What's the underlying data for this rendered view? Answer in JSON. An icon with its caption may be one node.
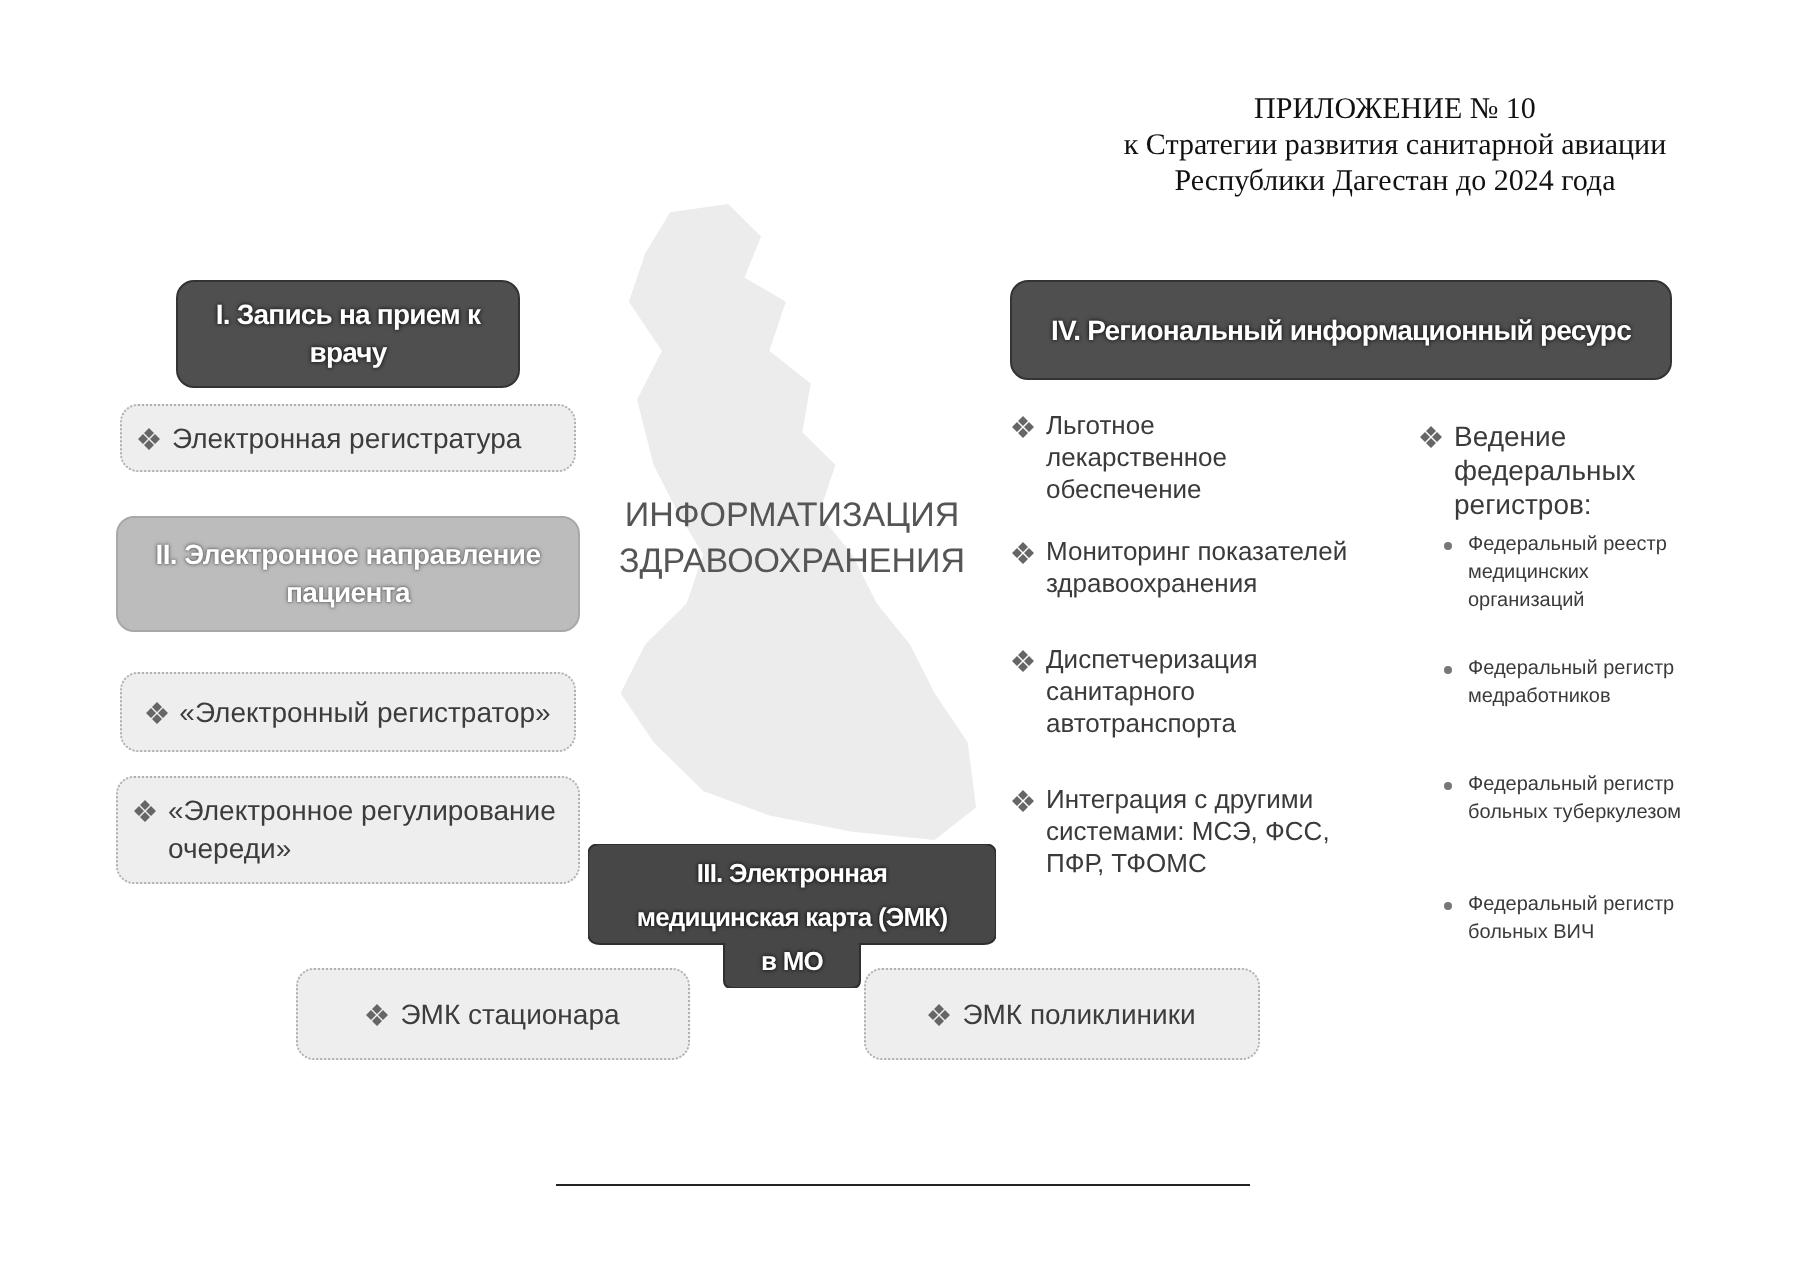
{
  "diagram": {
    "title": "ИНФОРМАТИЗАЦИЯ ЗДРАВООХРАНЕНИЯ",
    "nodes": [
      {
        "text": [
          "I. Запись на прием к врачу"
        ]
      },
      {
        "text": [
          "Электронная регистратура"
        ]
      },
      {
        "text": [
          "II. Электронное направление пациента"
        ]
      },
      {
        "text": [
          "«Электронный регистратор»"
        ]
      },
      {
        "text": [
          "«Электронное регулирование очереди»"
        ]
      },
      {
        "text": [
          "III. Электронная медицинская карта (ЭМК) в МО"
        ]
      },
      {
        "text": [
          "ЭМК стационара"
        ]
      },
      {
        "text": [
          "ЭМК поликлиники"
        ]
      },
      {
        "text": [
          "IV. Региональный информационный ресурс"
        ]
      }
    ],
    "labels": [
      "ПРИЛОЖЕНИЕ № 10",
      "к Стратегии развития санитарной авиации Республики Дагестан до 2024 года",
      "Льготное лекарственное обеспечение",
      "Мониторинг показателей здравоохранения",
      "Диспетчеризация санитарного автотранспорта",
      "Интеграция с другими системами: МСЭ, ФСС, ПФР, ТФОМС",
      "Ведение федеральных регистров:",
      "Федеральный реестр медицинских организаций",
      "Федеральный регистр медработников",
      "Федеральный регистр больных туберкулезом",
      "Федеральный регистр больных ВИЧ"
    ]
  }
}
